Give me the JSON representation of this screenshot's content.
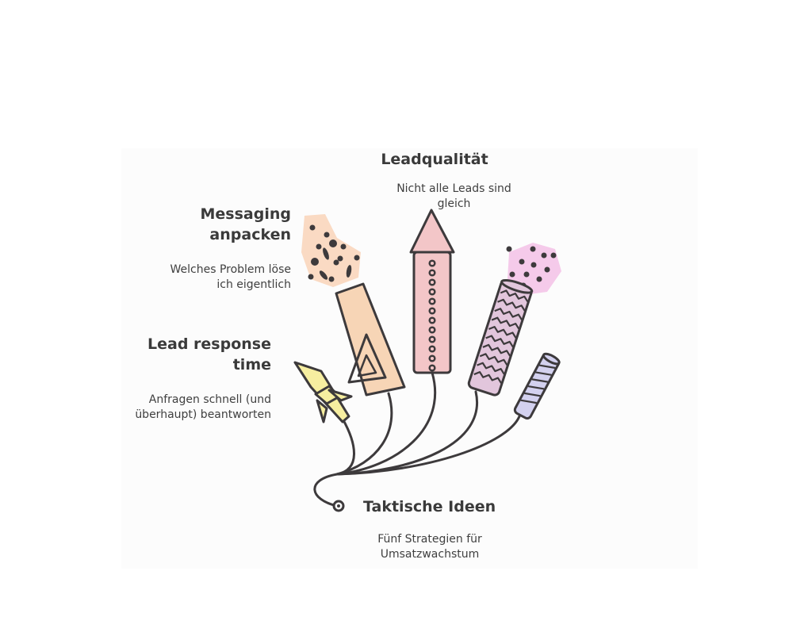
{
  "center": {
    "title": "Taktische Ideen",
    "description": "Fünf Strategien für Umsatzwachstum"
  },
  "items": [
    {
      "title": "Leadqualität",
      "description": "Nicht alle Leads sind gleich"
    },
    {
      "title": "Messaging anpacken",
      "description": "Welches Problem löse ich eigentlich"
    },
    {
      "title": "Lead response time",
      "description": "Anfragen schnell (und überhaupt) beantworten"
    }
  ],
  "colors": {
    "stroke": "#3d3a3c",
    "peach": "#f7d5b6",
    "pink": "#f3c6c8",
    "purple": "#e2c6dc",
    "lavender": "#d3d1ef",
    "yellow": "#f6eea0",
    "peach_splash": "#f9cfb0",
    "pink_splash": "#f3b9e4"
  }
}
